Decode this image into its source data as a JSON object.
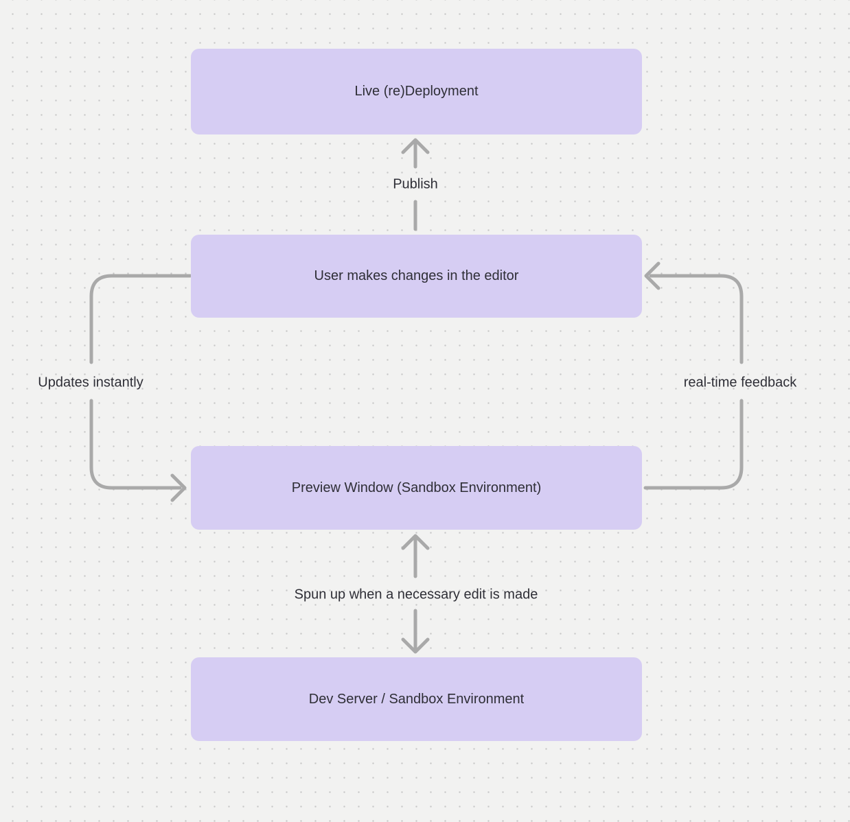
{
  "diagram": {
    "nodes": [
      {
        "id": "live-deployment",
        "label": "Live (re)Deployment"
      },
      {
        "id": "editor",
        "label": "User makes changes in the editor"
      },
      {
        "id": "preview",
        "label": "Preview Window (Sandbox Environment)"
      },
      {
        "id": "dev-server",
        "label": "Dev Server / Sandbox Environment"
      }
    ],
    "edge_labels": {
      "publish": "Publish",
      "updates_instantly": "Updates instantly",
      "realtime_feedback": "real-time feedback",
      "spun_up": "Spun up when a necessary edit is made"
    },
    "colors": {
      "node_fill": "#d6cdf3",
      "node_text": "#2e2e36",
      "connector": "#a9a9a9",
      "background": "#f2f2f1",
      "grid_dot": "#c7c7c7"
    }
  }
}
